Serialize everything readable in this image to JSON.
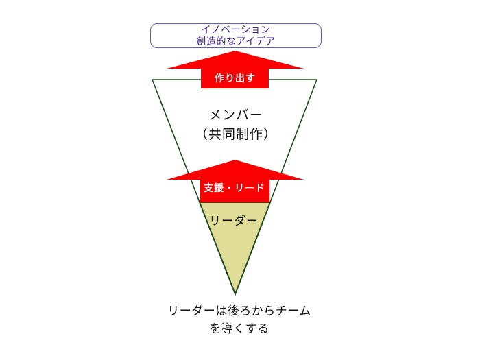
{
  "diagram": {
    "top_box": {
      "line1": "イノベーション",
      "line2": "創造的なアイデア"
    },
    "arrow_top": {
      "label": "作り出す"
    },
    "triangle": {
      "line1": "メンバー",
      "line2": "（共同制作）"
    },
    "arrow_lower": {
      "label": "支援・リード"
    },
    "leader": {
      "label": "リーダー"
    },
    "caption": {
      "line1": "リーダーは後ろからチーム",
      "line2": "を導くする"
    }
  },
  "colors": {
    "arrow_red": "#fb0000",
    "triangle_outline": "#1d4b1d",
    "leader_fill": "#dedc96",
    "box_border": "#5c5cb8",
    "box_text": "#3b1e8c",
    "arrow_label_text": "#ffffff",
    "body_text": "#111111",
    "background": "#ffffff"
  }
}
